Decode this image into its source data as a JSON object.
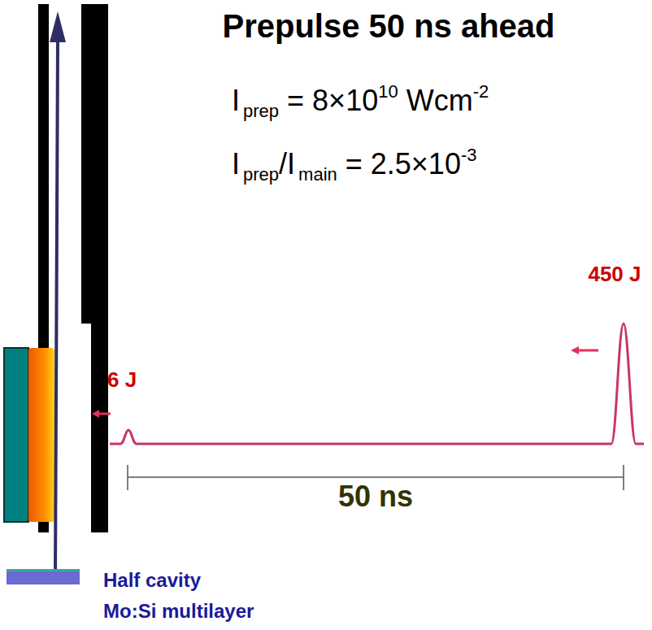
{
  "diagram": {
    "title": "Prepulse 50 ns ahead",
    "labels": [
      "I",
      "prep",
      "= 8×10",
      "10",
      "Wcm",
      "-2",
      "I",
      "prep",
      "/I",
      "main",
      "= 2.5×10",
      "-3",
      "450 J",
      "6 J",
      "50 ns",
      "Half cavity",
      "Mo:Si multilayer"
    ]
  }
}
